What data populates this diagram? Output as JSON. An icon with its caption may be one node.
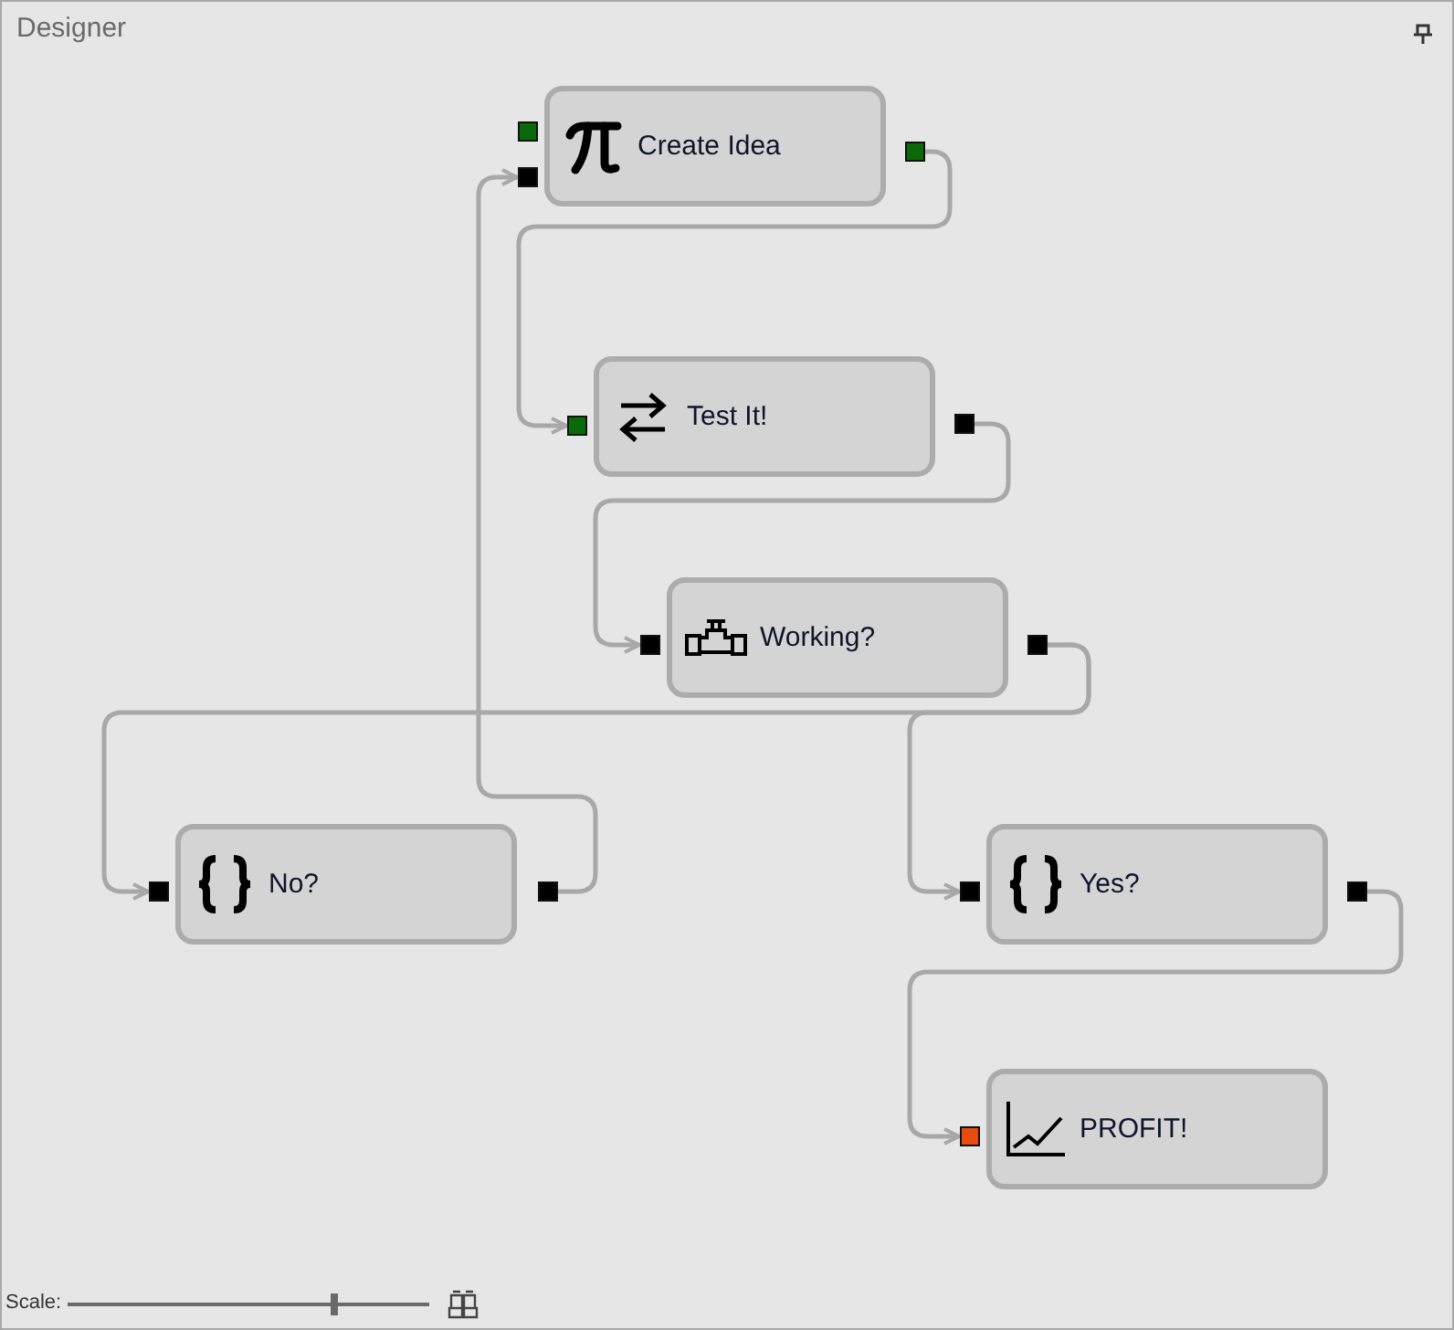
{
  "diagram": {
    "title": "Designer",
    "nodes": [
      {
        "text": [
          "Create Idea"
        ]
      },
      {
        "text": [
          "Test It!"
        ]
      },
      {
        "text": [
          "Working?"
        ]
      },
      {
        "text": [
          "No?"
        ]
      },
      {
        "text": [
          "Yes?"
        ]
      },
      {
        "text": [
          "PROFIT!"
        ]
      }
    ],
    "edges": [
      {
        "from": 0,
        "to": 1,
        "arrow": "to"
      },
      {
        "from": 1,
        "to": 2,
        "arrow": "to"
      },
      {
        "from": 2,
        "to": 4,
        "arrow": "to"
      },
      {
        "from": 2,
        "to": 3,
        "arrow": "to"
      },
      {
        "from": 3,
        "to": 0,
        "arrow": "to"
      },
      {
        "from": 4,
        "to": 5,
        "arrow": "to"
      }
    ],
    "labels": [
      "Scale:"
    ]
  }
}
